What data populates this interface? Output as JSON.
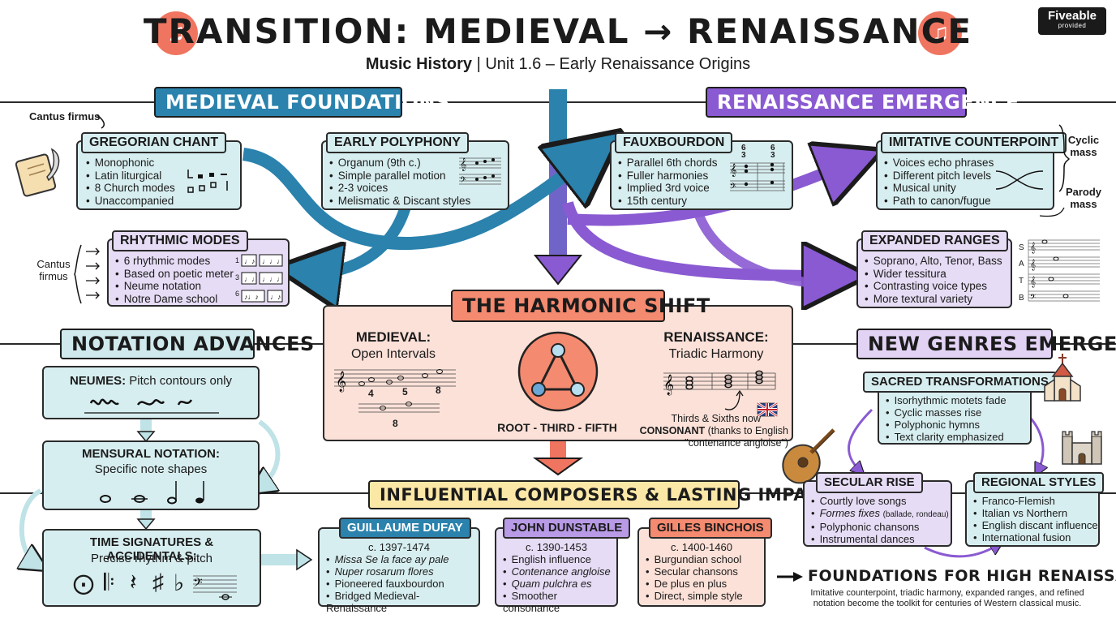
{
  "header": {
    "title": "TRANSITION: MEDIEVAL → RENAISSANCE",
    "subtitle_bold": "Music History",
    "subtitle_rest": " | Unit 1.6 – Early Renaissance Origins",
    "logo_main": "Fiveable",
    "logo_sub": "provided",
    "music_icon": "♫"
  },
  "sections": {
    "medieval": "MEDIEVAL FOUNDATIONS",
    "renaissance": "RENAISSANCE EMERGENCE",
    "notation": "NOTATION ADVANCES",
    "genres": "NEW GENRES EMERGE",
    "harmonic": "THE HARMONIC SHIFT",
    "composers": "INFLUENTIAL COMPOSERS & LASTING IMPACT"
  },
  "gregorian": {
    "title": "GREGORIAN CHANT",
    "items": [
      "Monophonic",
      "Latin liturgical",
      "8 Church modes",
      "Unaccompanied"
    ],
    "annotation": "Cantus firmus"
  },
  "polyphony": {
    "title": "EARLY POLYPHONY",
    "items": [
      "Organum (9th c.)",
      "Simple parallel motion",
      "2-3 voices",
      "Melismatic & Discant styles"
    ]
  },
  "rhythmic": {
    "title": "RHYTHMIC MODES",
    "items": [
      "6 rhythmic modes",
      "Based on poetic meter",
      "Neume notation",
      "Notre Dame school"
    ],
    "side_label_1": "Cantus",
    "side_label_2": "firmus",
    "mode_numbers": [
      "1",
      "3",
      "6"
    ]
  },
  "fauxbourdon": {
    "title": "FAUXBOURDON",
    "items": [
      "Parallel 6th chords",
      "Fuller harmonies",
      "Implied 3rd voice",
      "15th century"
    ],
    "figures": [
      "6",
      "3",
      "6",
      "3"
    ]
  },
  "imitative": {
    "title": "IMITATIVE COUNTERPOINT",
    "items": [
      "Voices echo phrases",
      "Different pitch levels",
      "Musical unity",
      "Path to canon/fugue"
    ],
    "side_1a": "Cyclic",
    "side_1b": "mass",
    "side_2a": "Parody",
    "side_2b": "mass"
  },
  "ranges": {
    "title": "EXPANDED RANGES",
    "items": [
      "Soprano, Alto, Tenor, Bass",
      "Wider tessitura",
      "Contrasting voice types",
      "More textural variety"
    ],
    "voices": [
      "S",
      "A",
      "T",
      "B"
    ]
  },
  "harmonic": {
    "medieval_label": "MEDIEVAL:",
    "medieval_sub": "Open Intervals",
    "intervals": [
      "4",
      "5",
      "8"
    ],
    "lower_interval": "8",
    "renaissance_label": "RENAISSANCE:",
    "renaissance_sub": "Triadic Harmony",
    "triad_caption": "ROOT - THIRD - FIFTH",
    "note_line1": "Thirds & Sixths now",
    "note_bold": "CONSONANT",
    "note_rest": " (thanks to English",
    "note_line3": "\"contenance angloise\")"
  },
  "notation": {
    "neumes_bold": "NEUMES:",
    "neumes_rest": " Pitch contours only",
    "mensural_title": "MENSURAL NOTATION:",
    "mensural_sub": "Specific note shapes",
    "time_title": "TIME SIGNATURES & ACCIDENTALS:",
    "time_sub": "Precise rhythm & pitch",
    "symbols": [
      "⨀",
      "𝄆",
      "𝄽",
      "♯",
      "♭"
    ]
  },
  "composers": [
    {
      "name": "GUILLAUME DUFAY",
      "dates": "c. 1397-1474",
      "items": [
        "Missa Se la face ay pale",
        "Nuper rosarum flores",
        "Pioneered fauxbourdon",
        "Bridged Medieval-Renaissance"
      ]
    },
    {
      "name": "JOHN DUNSTABLE",
      "dates": "c. 1390-1453",
      "items": [
        "English influence",
        "Contenance angloise",
        "Quam pulchra es",
        "Smoother consonance"
      ]
    },
    {
      "name": "GILLES BINCHOIS",
      "dates": "c. 1400-1460",
      "items": [
        "Burgundian school",
        "Secular chansons",
        "De plus en plus",
        "Direct, simple style"
      ]
    }
  ],
  "genres": {
    "sacred_title": "SACRED TRANSFORMATIONS",
    "sacred_items": [
      "Isorhythmic motets fade",
      "Cyclic masses rise",
      "Polyphonic hymns",
      "Text clarity emphasized"
    ],
    "secular_title": "SECULAR RISE",
    "secular_items": [
      "Courtly love songs",
      "Formes fixes",
      "(ballade, rondeau)",
      "Polyphonic chansons",
      "Instrumental dances"
    ],
    "regional_title": "REGIONAL STYLES",
    "regional_items": [
      "Franco-Flemish",
      "Italian vs Northern",
      "English discant influence",
      "International fusion"
    ]
  },
  "footer": {
    "title": "FOUNDATIONS FOR HIGH RENAISSANCE",
    "text_1": "Imitative counterpoint, triadic harmony, expanded ranges, and refined",
    "text_2": "notation become the toolkit for centuries of Western classical music."
  },
  "colors": {
    "blue": "#2a82ad",
    "purple": "#8a5ad2",
    "salmon": "#f07560",
    "teal_box": "#d7eef0",
    "lavender_box": "#e6dcf5",
    "peach_box": "#fbe1d8"
  }
}
